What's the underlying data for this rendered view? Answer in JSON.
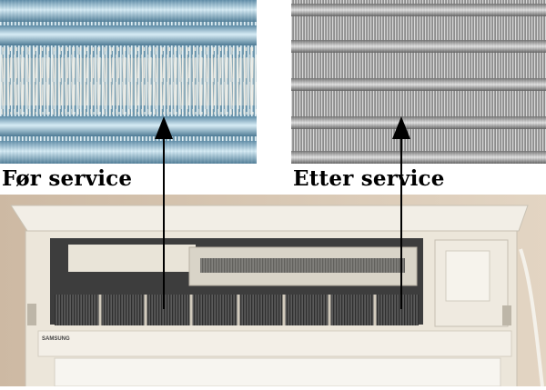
{
  "captions": {
    "before": "Før service",
    "after": "Etter service"
  },
  "unit": {
    "brand_label": "SAMSUNG"
  },
  "colors": {
    "before_coil_tint": "#8fb6c9",
    "after_coil_tint": "#9c9c9c",
    "wall": "#d8c7b3",
    "unit_body": "#ece6da",
    "filter_mesh": "#4a4a4a",
    "arrow": "#000000"
  },
  "icons": [
    "arrow-up-icon"
  ]
}
